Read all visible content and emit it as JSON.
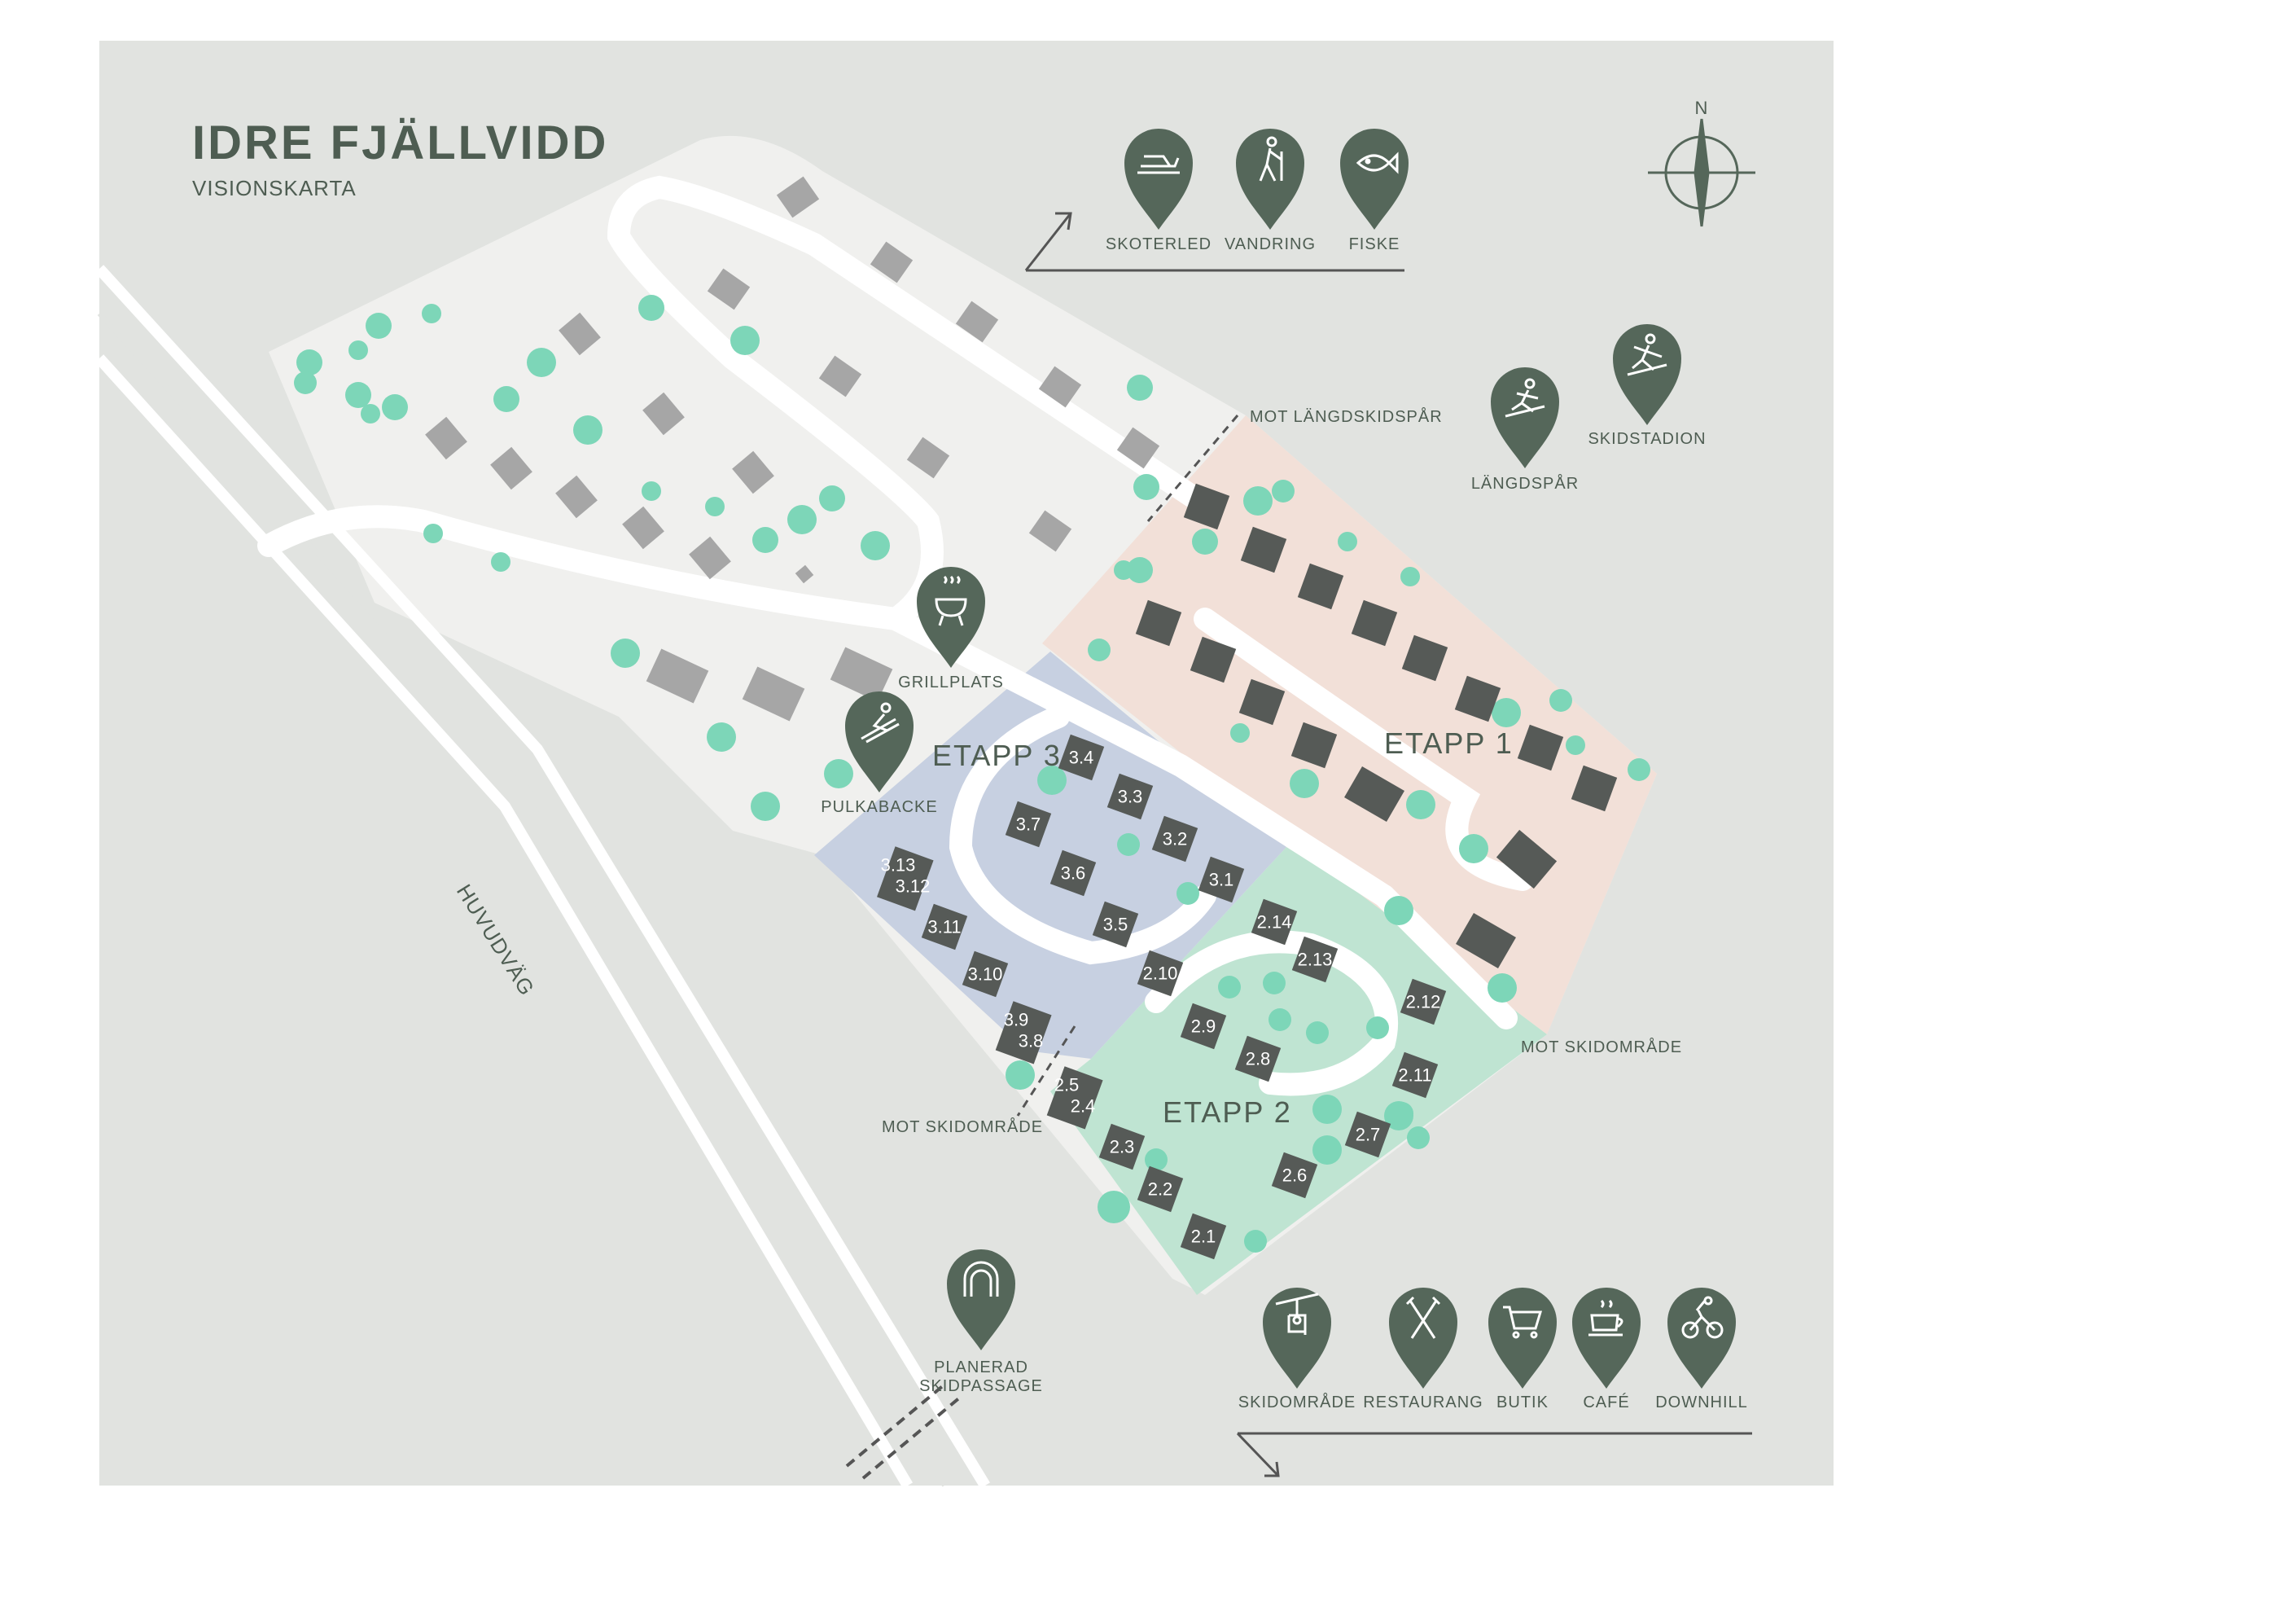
{
  "header": {
    "title": "IDRE FJÄLLVIDD",
    "subtitle": "VISIONSKARTA"
  },
  "compass": {
    "north": "N"
  },
  "road": {
    "label": "HUVUDVÄG"
  },
  "stages": {
    "etapp1": "ETAPP 1",
    "etapp2": "ETAPP 2",
    "etapp3": "ETAPP 3"
  },
  "directions": {
    "mot_langdskidspar": "MOT LÄNGDSKIDSPÅR",
    "mot_skidomrade_right": "MOT SKIDOMRÅDE",
    "mot_skidomrade_left": "MOT SKIDOMRÅDE"
  },
  "pins": {
    "skoterled": "SKOTERLED",
    "vandring": "VANDRING",
    "fiske": "FISKE",
    "langdspar": "LÄNGDSPÅR",
    "skidstadion": "SKIDSTADION",
    "grillplats": "GRILLPLATS",
    "pulkabacke": "PULKABACKE",
    "skidpassage_1": "PLANERAD",
    "skidpassage_2": "SKIDPASSAGE",
    "skidomrade": "SKIDOMRÅDE",
    "restaurang": "RESTAURANG",
    "butik": "BUTIK",
    "cafe": "CAFÉ",
    "downhill": "DOWNHILL"
  },
  "plots": {
    "etapp3": [
      "3.1",
      "3.2",
      "3.3",
      "3.4",
      "3.5",
      "3.6",
      "3.7",
      "3.8",
      "3.9",
      "3.10",
      "3.11",
      "3.12",
      "3.13"
    ],
    "etapp2": [
      "2.1",
      "2.2",
      "2.3",
      "2.4",
      "2.5",
      "2.6",
      "2.7",
      "2.8",
      "2.9",
      "2.10",
      "2.11",
      "2.12",
      "2.13",
      "2.14"
    ]
  },
  "colors": {
    "background": "#e1e3e0",
    "development_area": "#f0f0ee",
    "etapp1_area": "#f2e0d8",
    "etapp2_area": "#bfe4d2",
    "etapp3_area": "#c7d0e1",
    "roads": "#ffffff",
    "buildings_existing": "#a6a6a6",
    "buildings_planned": "#565a57",
    "trees": "#7dd6b8",
    "pins": "#55675a",
    "text": "#4e5d52"
  }
}
